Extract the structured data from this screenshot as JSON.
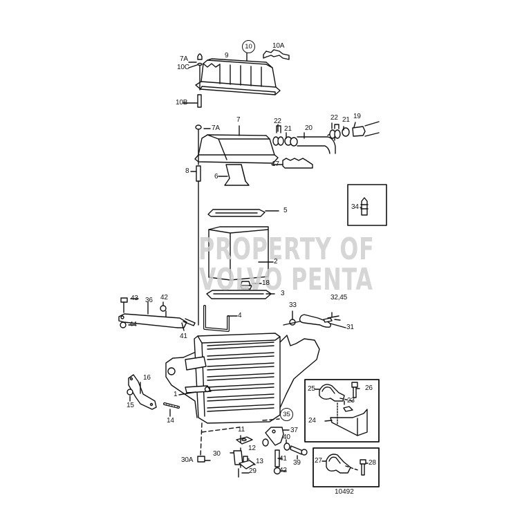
{
  "diagram": {
    "title": "Exploded parts diagram - heat exchanger / expansion tank assembly",
    "reference_number": "10492",
    "watermark": {
      "line1": "PROPERTY OF",
      "line2": "VOLVO PENTA"
    },
    "circled_labels": {
      "group_10": "10",
      "group_35": "35"
    },
    "part_labels": {
      "p1": "1",
      "p2": "2",
      "p3": "3",
      "p4": "4",
      "p5": "5",
      "p6": "6",
      "p7": "7",
      "p7a_top": "7A",
      "p7a_mid": "7A",
      "p8": "8",
      "p9": "9",
      "p10a": "10A",
      "p10b": "10B",
      "p10c": "10C",
      "p11": "11",
      "p12": "12",
      "p13": "13",
      "p14": "14",
      "p15": "15",
      "p16": "16",
      "p17": "17",
      "p18": "18",
      "p19": "19",
      "p20": "20",
      "p21a": "21",
      "p21b": "21",
      "p22a": "22",
      "p22b": "22",
      "p23": "23",
      "p24": "24",
      "p25": "25",
      "p26": "26",
      "p27": "27",
      "p28": "28",
      "p29": "29",
      "p30": "30",
      "p30a": "30A",
      "p31": "31",
      "p32_45": "32,45",
      "p33": "33",
      "p34": "34",
      "p36": "36",
      "p37": "37",
      "p39": "39",
      "p40": "40",
      "p41a": "41",
      "p41b": "41",
      "p42a": "42",
      "p42b": "42",
      "p43": "43",
      "p44": "44"
    },
    "inset_boxes": [
      {
        "name": "sensor-inset",
        "parts": [
          "34"
        ]
      },
      {
        "name": "bracket-clamp-inset",
        "parts": [
          "23",
          "24",
          "25",
          "26"
        ]
      },
      {
        "name": "clamp-inset",
        "parts": [
          "27",
          "28"
        ]
      }
    ],
    "colors": {
      "line": "#111111",
      "watermark": "#cfcfcf",
      "background": "#ffffff"
    }
  }
}
